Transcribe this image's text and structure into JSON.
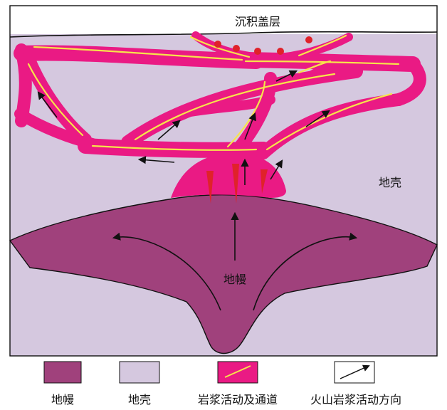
{
  "labels": {
    "sediment_cover": "沉积盖层",
    "crust": "地壳",
    "mantle": "地幔"
  },
  "legend": [
    {
      "key": "mantle",
      "label": "地幔",
      "color": "#a0417c"
    },
    {
      "key": "crust",
      "label": "地壳",
      "color": "#d5c8df"
    },
    {
      "key": "magma",
      "label": "岩浆活动及通道",
      "color": "#ea1a84",
      "channel_color": "#f7e44a"
    },
    {
      "key": "volcanic_direction",
      "label": "火山岩浆活动方向",
      "icon": "arrow-icon"
    }
  ],
  "colors": {
    "mantle": "#a0417c",
    "crust": "#d5c8df",
    "magma": "#ea1a84",
    "channel": "#f7e44a",
    "vent": "#e0222a",
    "outline": "#111111"
  }
}
